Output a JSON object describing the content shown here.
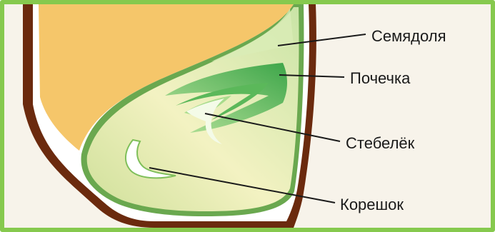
{
  "labels": {
    "cotyledon": "Семядоля",
    "bud": "Почечка",
    "stem": "Стебелёк",
    "root": "Корешок"
  },
  "colors": {
    "frame": "#86c94e",
    "background": "#f7f3ea",
    "seed_coat": "#6b2a0e",
    "endosperm": "#f5c66a",
    "embryo_light": "#e9efb2",
    "embryo_green": "#8fcf6a",
    "embryo_dark_green": "#3ea64a"
  }
}
